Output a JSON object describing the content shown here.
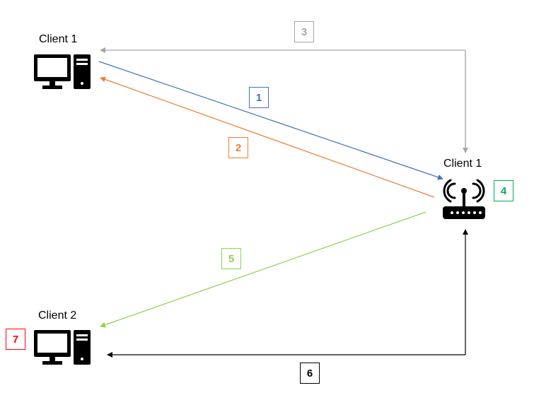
{
  "nodes": {
    "client1": {
      "label": "Client 1",
      "icon": "desktop-computer-icon"
    },
    "router": {
      "label": "Client 1",
      "icon": "wireless-router-icon"
    },
    "client2": {
      "label": "Client 2",
      "icon": "desktop-computer-icon"
    }
  },
  "steps": [
    {
      "id": "1",
      "label": "1",
      "color": "#4472c4",
      "from": "client1",
      "to": "router"
    },
    {
      "id": "2",
      "label": "2",
      "color": "#ed7d31",
      "from": "router",
      "to": "client1"
    },
    {
      "id": "3",
      "label": "3",
      "color": "#a6a6a6",
      "from": "router",
      "to": "client1"
    },
    {
      "id": "4",
      "label": "4",
      "color": "#00b050",
      "from": "router",
      "to": "router"
    },
    {
      "id": "5",
      "label": "5",
      "color": "#92d050",
      "from": "router",
      "to": "client2"
    },
    {
      "id": "6",
      "label": "6",
      "color": "#000000",
      "from": "client2",
      "to": "router"
    },
    {
      "id": "7",
      "label": "7",
      "color": "#ff0000",
      "from": "client2",
      "to": "client2"
    }
  ]
}
